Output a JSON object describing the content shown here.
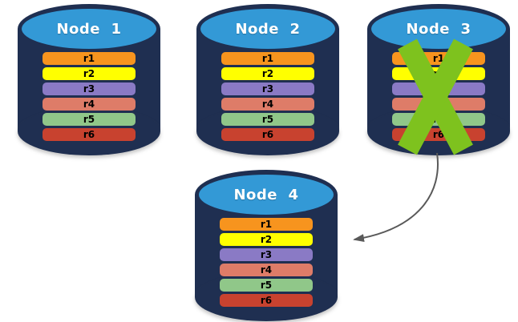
{
  "diagram": {
    "nodes": [
      {
        "label": "Node  1",
        "failed": false
      },
      {
        "label": "Node  2",
        "failed": false
      },
      {
        "label": "Node  3",
        "failed": true
      },
      {
        "label": "Node  4",
        "failed": false
      }
    ],
    "row_labels": [
      "r1",
      "r2",
      "r3",
      "r4",
      "r5",
      "r6"
    ],
    "row_colors": [
      "#F7941E",
      "#FFFF00",
      "#8A7AC5",
      "#DE7C68",
      "#90C789",
      "#C8422F"
    ],
    "colors": {
      "cylinder_body": "#1F2F51",
      "cylinder_face": "#3399D6",
      "failure_cross": "#7EC21E",
      "arrow": "#595959"
    },
    "arrow": {
      "from": "Node 3",
      "to": "Node 4"
    }
  }
}
